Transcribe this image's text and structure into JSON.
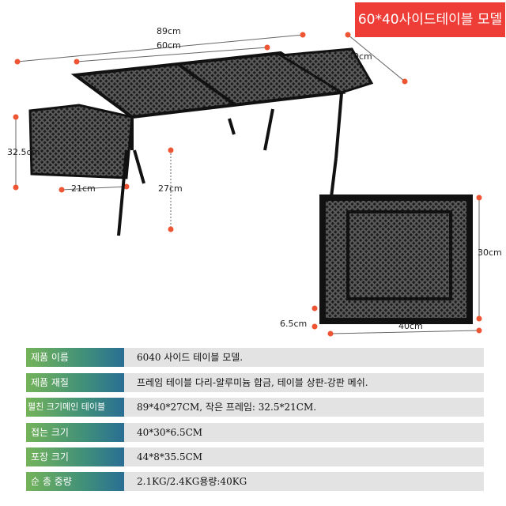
{
  "banner": {
    "title": "60*40사이드테이블 모델",
    "color": "#ee3d37"
  },
  "dimensions": {
    "total_width": "89cm",
    "main_width": "60cm",
    "depth": "40cm",
    "side_depth": "32.5cm",
    "side_width": "21cm",
    "height": "27cm",
    "folded_height": "30cm",
    "folded_thickness": "6.5cm",
    "folded_width": "40cm"
  },
  "specs": [
    {
      "label": "제품 이름",
      "value": "6040 사이드 테이블 모델."
    },
    {
      "label": "제품 재질",
      "value": "프레임 테이블 다리-알루미늄 합금, 테이블 상판-강판 메쉬."
    },
    {
      "label": "펼친 크기메인 테이블",
      "value": "89*40*27CM, 작은 프레임: 32.5*21CM."
    },
    {
      "label": "접는 크기",
      "value": "40*30*6.5CM"
    },
    {
      "label": "포장 크기",
      "value": "44*8*35.5CM"
    },
    {
      "label": "순 총 중량",
      "value": "2.1KG/2.4KG용량:40KG"
    }
  ]
}
